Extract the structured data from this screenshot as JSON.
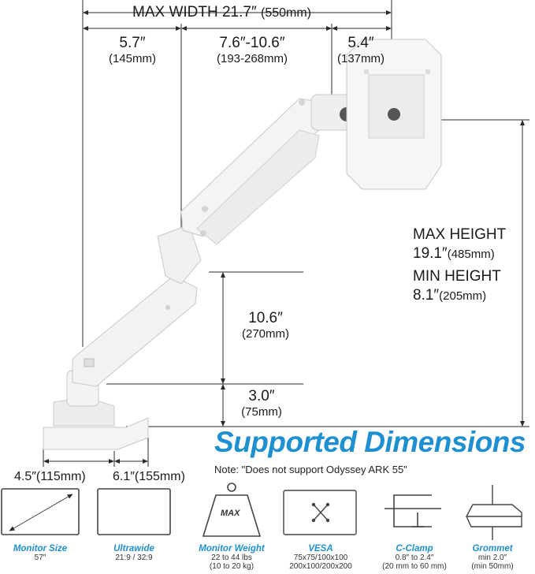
{
  "dimensions": {
    "max_width": "MAX WIDTH 21.7″",
    "max_width_mm": "(550mm)",
    "seg1": "5.7″",
    "seg1_mm": "(145mm)",
    "seg2": "7.6″-10.6″",
    "seg2_mm": "(193-268mm)",
    "seg3": "5.4″",
    "seg3_mm": "(137mm)",
    "max_height_label": "MAX HEIGHT",
    "max_height_value": "19.1″",
    "max_height_mm": "(485mm)",
    "min_height_label": "MIN HEIGHT",
    "min_height_value": "8.1″",
    "min_height_mm": "(205mm)",
    "arm_height": "10.6″",
    "arm_height_mm": "(270mm)",
    "base_height": "3.0″",
    "base_height_mm": "(75mm)",
    "base_depth": "4.5″",
    "base_depth_mm": "(115mm)",
    "base_width": "6.1″",
    "base_width_mm": "(155mm)"
  },
  "section_title": "Supported Dimensions",
  "note": "Note: \"Does not support Odyssey ARK 55\"",
  "weight_icon_text": "MAX",
  "features": [
    {
      "label": "Monitor Size",
      "line1": "57″",
      "line2": "",
      "icon": "monitor-diagonal-icon"
    },
    {
      "label": "Ultrawide",
      "line1": "21:9 / 32:9",
      "line2": "",
      "icon": "ultrawide-monitor-icon"
    },
    {
      "label": "Monitor Weight",
      "line1": "22 to 44 lbs",
      "line2": "(10 to 20 kg)",
      "icon": "weight-icon"
    },
    {
      "label": "VESA",
      "line1": "75x75/100x100",
      "line2": "200x100/200x200",
      "icon": "vesa-pattern-icon"
    },
    {
      "label": "C-Clamp",
      "line1": "0.8″ to 2.4″",
      "line2": "(20 mm to 60 mm)",
      "icon": "c-clamp-icon"
    },
    {
      "label": "Grommet",
      "line1": "min 2.0″",
      "line2": "(min 50mm)",
      "icon": "grommet-icon"
    }
  ],
  "colors": {
    "accent": "#1e8fd0",
    "dim_line": "#2a2a2a",
    "arm": "#f2f2f2"
  }
}
